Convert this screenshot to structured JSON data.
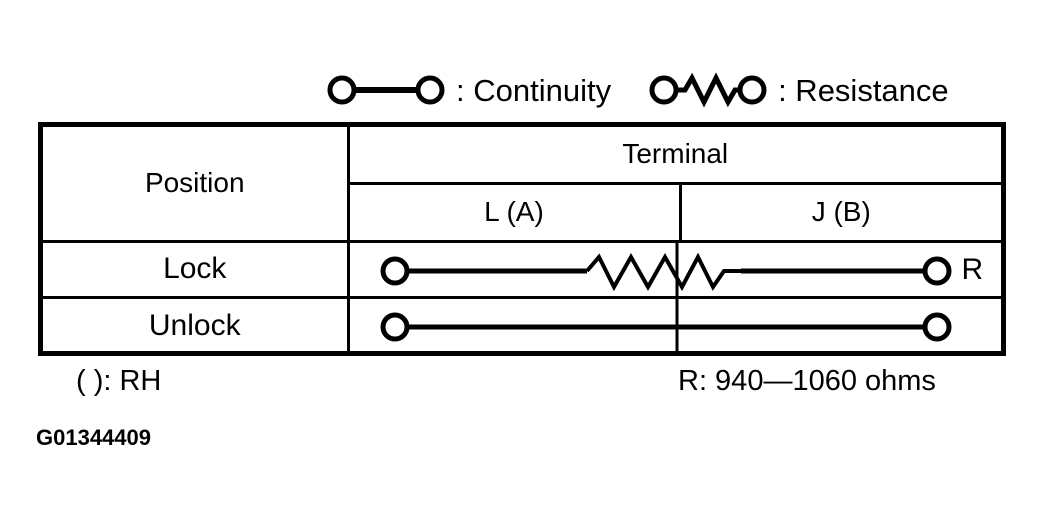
{
  "legend": {
    "continuity": {
      "symbol_name": "continuity-symbol",
      "label": ": Continuity"
    },
    "resistance": {
      "symbol_name": "resistance-symbol",
      "label": ": Resistance"
    }
  },
  "table": {
    "headers": {
      "position": "Position",
      "terminal": "Terminal",
      "terminal_columns": [
        "L (A)",
        "J (B)"
      ]
    },
    "rows": [
      {
        "position": "Lock",
        "symbol": "resistance",
        "annotation": "R"
      },
      {
        "position": "Unlock",
        "symbol": "continuity",
        "annotation": ""
      }
    ]
  },
  "notes": {
    "left": "( ): RH",
    "right": "R: 940—1060 ohms"
  },
  "figure_id": "G01344409",
  "colors": {
    "ink": "#000000",
    "paper": "#ffffff"
  }
}
